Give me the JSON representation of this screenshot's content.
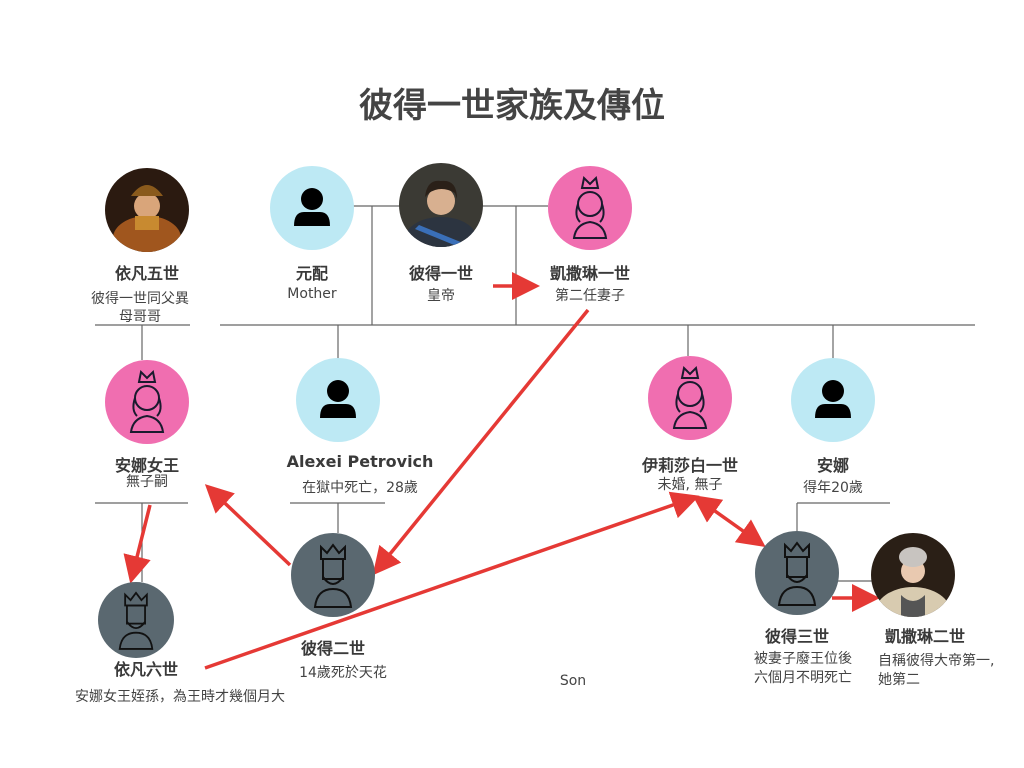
{
  "title": "彼得一世家族及傳位",
  "colors": {
    "blue": "#bde9f4",
    "pink": "#f06eb0",
    "king": "#5a6870",
    "arrow": "#e53935",
    "line": "#666666"
  },
  "people": {
    "ivan5": {
      "name": "依凡五世",
      "desc1": "彼得一世同父異",
      "desc2": "母哥哥"
    },
    "first_wife": {
      "name": "元配",
      "desc": "Mother"
    },
    "peter1": {
      "name": "彼得一世",
      "desc": "皇帝"
    },
    "catherine1": {
      "name": "凱撒琳一世",
      "desc": "第二任妻子"
    },
    "anna_queen": {
      "name": "安娜女王",
      "desc": "無子嗣"
    },
    "alexei": {
      "name": "Alexei Petrovich",
      "desc": "在獄中死亡，28歲"
    },
    "elizabeth": {
      "name": "伊莉莎白一世",
      "desc": "未婚, 無子"
    },
    "anna": {
      "name": "安娜",
      "desc": "得年20歲"
    },
    "ivan6": {
      "name": "依凡六世",
      "desc": "安娜女王姪孫，為王時才幾個月大"
    },
    "peter2": {
      "name": "彼得二世",
      "desc": "14歲死於天花"
    },
    "peter3": {
      "name": "彼得三世",
      "desc1": "被妻子廢王位後",
      "desc2": "六個月不明死亡"
    },
    "catherine2": {
      "name": "凱撒琳二世",
      "desc1": "自稱彼得大帝第一,",
      "desc2": "她第二"
    }
  },
  "son_label": "Son"
}
